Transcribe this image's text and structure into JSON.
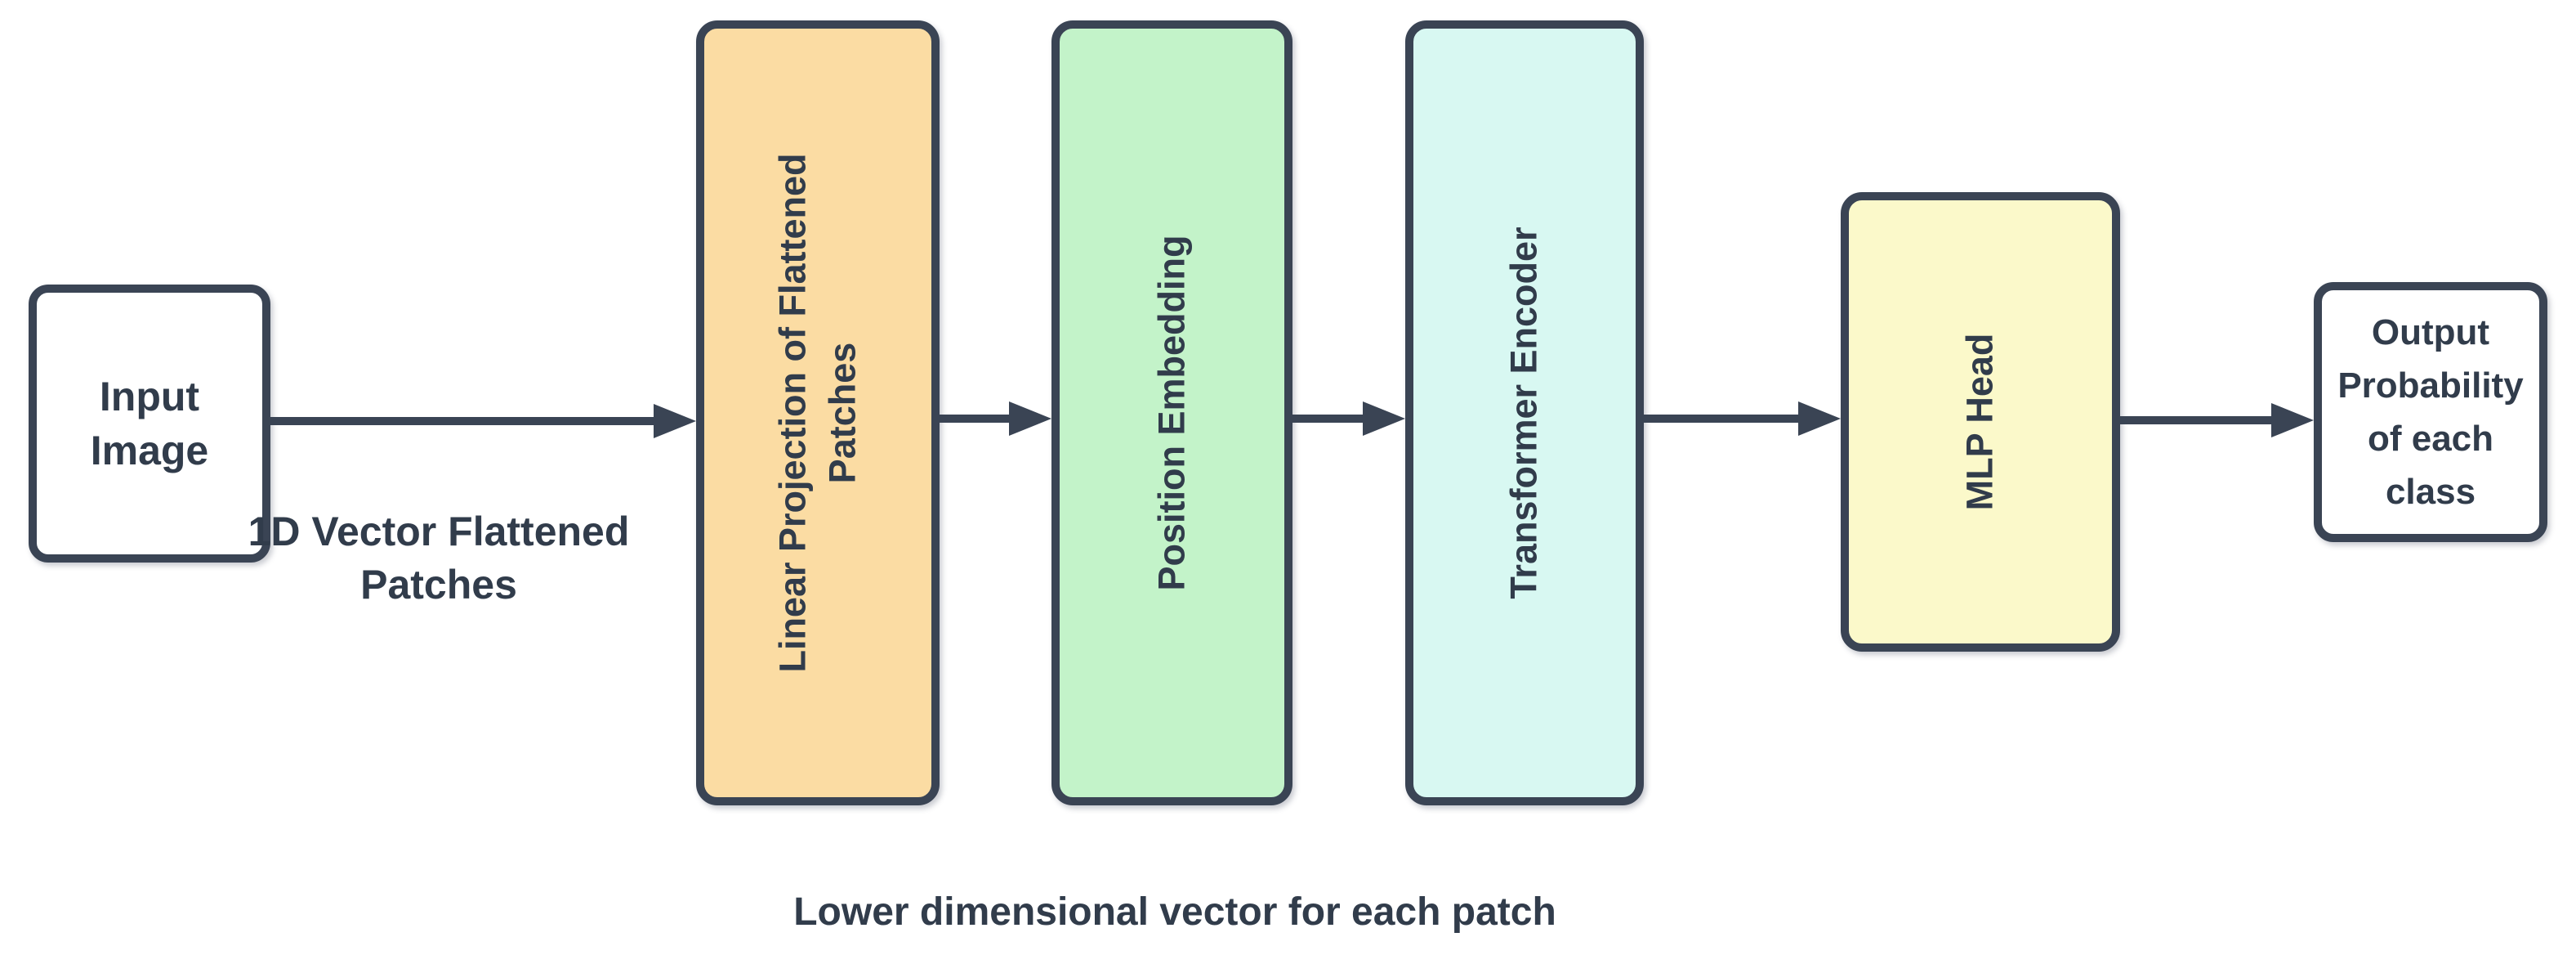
{
  "diagram": {
    "title": "Vision Transformer pipeline",
    "background": "#ffffff",
    "stroke_color": "#3a4454",
    "text_color": "#313c4b",
    "nodes": [
      {
        "id": "input-image",
        "label": "Input Image",
        "fill": "#ffffff",
        "text_orientation": "horizontal"
      },
      {
        "id": "linear-projection",
        "label": "Linear Projection of Flattened Patches",
        "fill": "#fbdca3",
        "text_orientation": "vertical"
      },
      {
        "id": "position-embedding",
        "label": "Position Embedding",
        "fill": "#c3f3c9",
        "text_orientation": "vertical"
      },
      {
        "id": "transformer-encoder",
        "label": "Transformer Encoder",
        "fill": "#d8f8f2",
        "text_orientation": "vertical"
      },
      {
        "id": "mlp-head",
        "label": "MLP Head",
        "fill": "#fbf9ca",
        "text_orientation": "vertical"
      },
      {
        "id": "output-probability",
        "label": "Output Probability of each class",
        "fill": "#ffffff",
        "text_orientation": "horizontal"
      }
    ],
    "arrows": [
      {
        "from": "input-image",
        "to": "linear-projection"
      },
      {
        "from": "linear-projection",
        "to": "position-embedding"
      },
      {
        "from": "position-embedding",
        "to": "transformer-encoder"
      },
      {
        "from": "transformer-encoder",
        "to": "mlp-head"
      },
      {
        "from": "mlp-head",
        "to": "output-probability"
      }
    ],
    "edge_labels": {
      "input_to_linear": "1D Vector Flattened Patches",
      "bottom_caption": "Lower dimensional vector for each patch"
    }
  }
}
